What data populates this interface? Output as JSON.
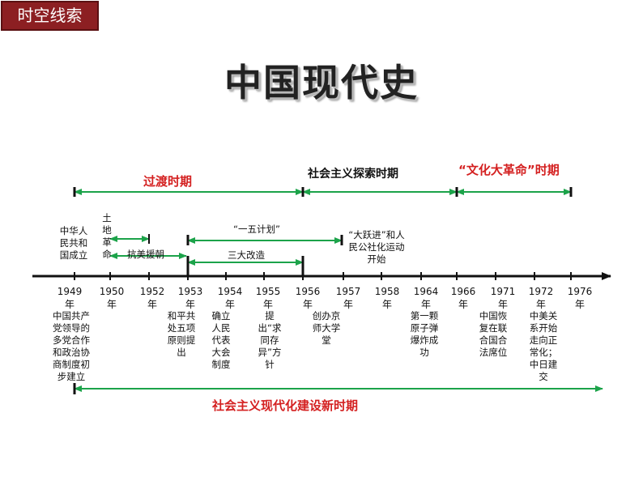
{
  "header": {
    "tag": "时空线索",
    "title": "中国现代史"
  },
  "colors": {
    "arrow_green": "#1ca34a",
    "axis_black": "#111111",
    "period_red": "#d42020",
    "tag_bg": "#8c1f22"
  },
  "periods": {
    "transition": "过渡时期",
    "exploration": "社会主义探索时期",
    "cultural_revolution": "“文化大革命”时期",
    "modernization": "社会主义现代化建设新时期"
  },
  "years": [
    {
      "year": "1949",
      "unit": "年"
    },
    {
      "year": "1950",
      "unit": "年"
    },
    {
      "year": "1952",
      "unit": "年"
    },
    {
      "year": "1953",
      "unit": "年"
    },
    {
      "year": "1954",
      "unit": "年"
    },
    {
      "year": "1955",
      "unit": "年"
    },
    {
      "year": "1956",
      "unit": "年"
    },
    {
      "year": "1957",
      "unit": "年"
    },
    {
      "year": "1958",
      "unit": "年"
    },
    {
      "year": "1964",
      "unit": "年"
    },
    {
      "year": "1966",
      "unit": "年"
    },
    {
      "year": "1971",
      "unit": "年"
    },
    {
      "year": "1972",
      "unit": "年"
    },
    {
      "year": "1976",
      "unit": "年"
    }
  ],
  "events_above": {
    "prc_founded": "中华人民共和国成立",
    "land_reform": "土地革命",
    "resist_us_aid_korea": "抗美援朝",
    "first_five_year_plan": "“一五计划”",
    "three_transformations": "三大改造",
    "great_leap_forward": "“大跃进”和人民公社化运动开始"
  },
  "events_below": {
    "multiparty_cooperation": "中国共产党领导的多党合作和政治协商制度初步建立",
    "five_principles": "和平共处五项原则提出",
    "npc_system": "确立人民代表大会制度",
    "seek_common_ground": "提出“求同存异”方针",
    "kyoto_school": "创办京师大学堂",
    "atomic_bomb": "第一颗原子弹爆炸成功",
    "un_seat": "中国恢复在联合国合法席位",
    "us_japan_relations": "中美关系开始走向正常化；中日建交"
  }
}
